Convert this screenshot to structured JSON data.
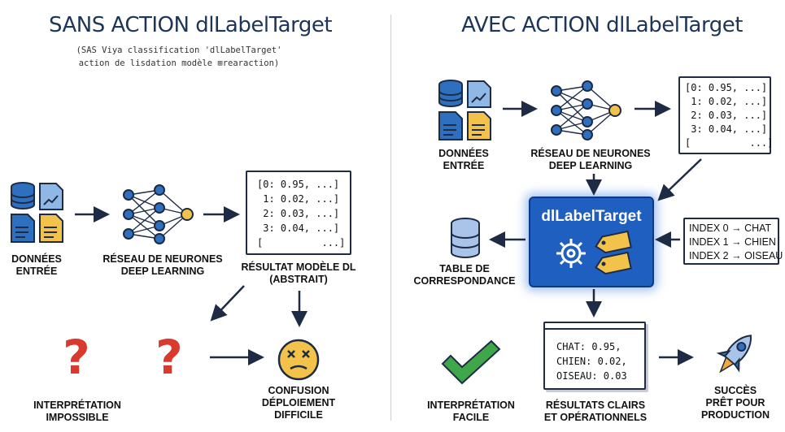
{
  "left": {
    "title": "SANS ACTION dlLabelTarget",
    "subtitle_line1": "(SAS Viya classification 'dlLabelTarget'",
    "subtitle_line2": "action de lisdation modèle ⊞rearaction)",
    "input_label_1": "DONNÉES",
    "input_label_2": "ENTRÉE",
    "network_label_1": "RÉSEAU DE NEURONES",
    "network_label_2": "DEEP LEARNING",
    "output_lines": [
      "[0: 0.95, ...]",
      " 1: 0.02, ...]",
      " 2: 0.03, ...]",
      " 3: 0.04, ...]",
      "[          ...]"
    ],
    "output_label_1": "RÉSULTAT MODÈLE DL",
    "output_label_2": "(ABSTRAIT)",
    "interp_label_1": "INTERPRÉTATION",
    "interp_label_2": "IMPOSSIBLE",
    "confusion_label_1": "CONFUSION",
    "confusion_label_2": "DÉPLOIEMENT",
    "confusion_label_3": "DIFFICILE"
  },
  "right": {
    "title": "AVEC ACTION dlLabelTarget",
    "input_label_1": "DONNÉES",
    "input_label_2": "ENTRÉE",
    "network_label_1": "RÉSEAU DE NEURONES",
    "network_label_2": "DEEP LEARNING",
    "output_lines": [
      "[0: 0.95, ...]",
      " 1: 0.02, ...]",
      " 2: 0.03, ...]",
      " 3: 0.04, ...]",
      "[          ...]"
    ],
    "action_title": "dlLabelTarget",
    "mapping": [
      "INDEX 0 → CHAT",
      "INDEX 1 → CHIEN",
      "INDEX 2 → OISEAU"
    ],
    "table_label_1": "TABLE DE",
    "table_label_2": "CORRESPONDANCE",
    "result_lines": [
      "CHAT: 0.95,",
      "CHIEN: 0.02,",
      "OISEAU: 0.03"
    ],
    "result_label_1": "RÉSULTATS CLAIRS",
    "result_label_2": "ET OPÉRATIONNELS",
    "interp_label_1": "INTERPRÉTATION",
    "interp_label_2": "FACILE",
    "success_label_1": "SUCCÈS",
    "success_label_2": "PRÊT POUR",
    "success_label_3": "PRODUCTION"
  },
  "colors": {
    "navy": "#1d2b44",
    "blue_icon": "#2f6fbf",
    "yellow_icon": "#f2c24a",
    "red_question": "#d83a2e",
    "green_check": "#3fa64a",
    "action_blue": "#1f5fbf"
  },
  "icons": [
    "database-icon",
    "chart-doc-icon",
    "document-icon",
    "neural-network-icon",
    "question-mark-icon",
    "confused-face-icon",
    "gear-icon",
    "tag-icon",
    "checkmark-icon",
    "rocket-icon"
  ]
}
